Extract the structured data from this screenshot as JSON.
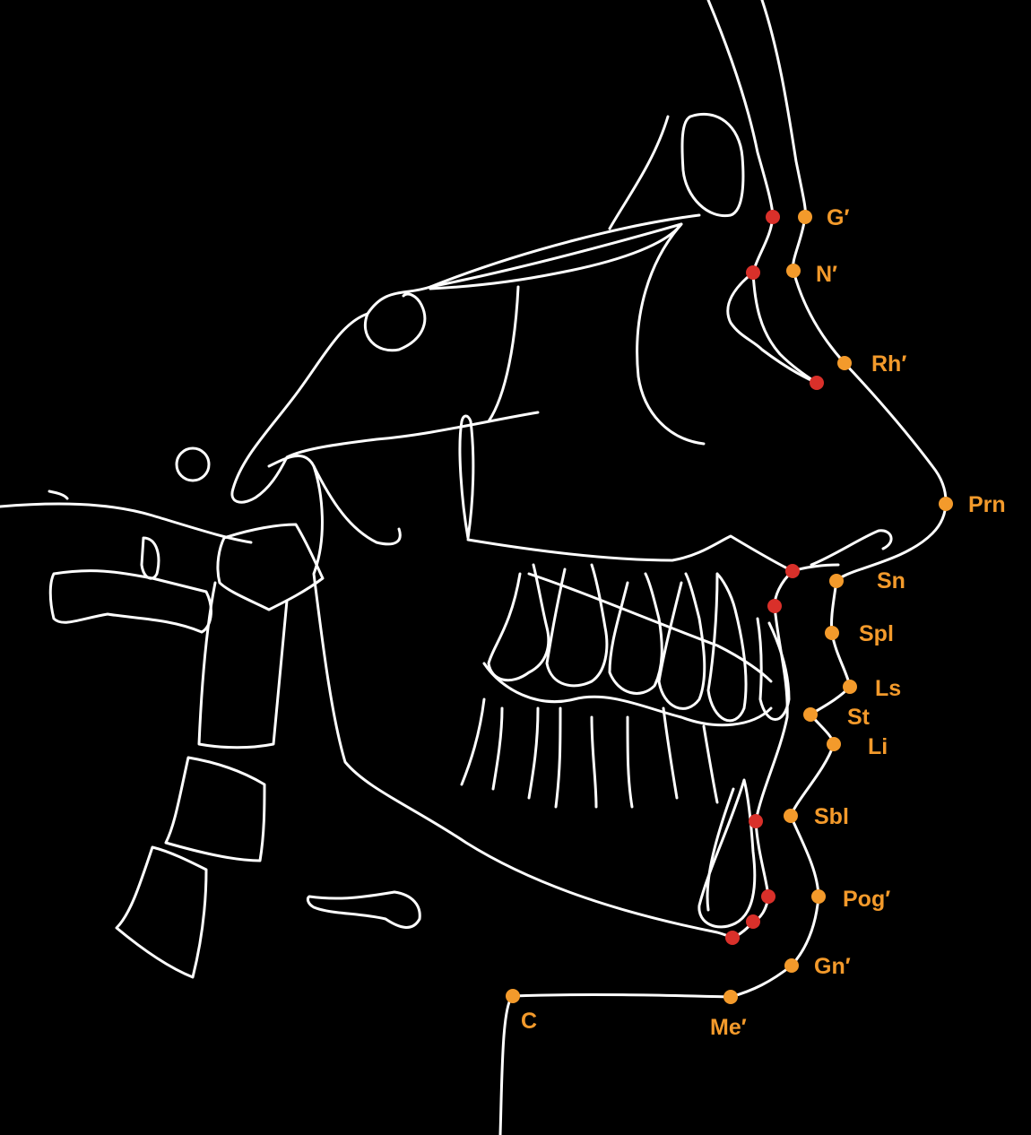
{
  "colors": {
    "background": "#000000",
    "tracing": "#ffffff",
    "soft_tissue_landmark": "#f39a2b",
    "hard_tissue_landmark": "#d9302a"
  },
  "landmarks": [
    {
      "id": "G",
      "label": "G′"
    },
    {
      "id": "N",
      "label": "N′"
    },
    {
      "id": "Rh",
      "label": "Rh′"
    },
    {
      "id": "Prn",
      "label": "Prn"
    },
    {
      "id": "Sn",
      "label": "Sn"
    },
    {
      "id": "Spl",
      "label": "Spl"
    },
    {
      "id": "Ls",
      "label": "Ls"
    },
    {
      "id": "St",
      "label": "St"
    },
    {
      "id": "Li",
      "label": "Li"
    },
    {
      "id": "Sbl",
      "label": "Sbl"
    },
    {
      "id": "Pog",
      "label": "Pog′"
    },
    {
      "id": "Gn",
      "label": "Gn′"
    },
    {
      "id": "Me",
      "label": "Me′"
    },
    {
      "id": "C",
      "label": "C"
    }
  ]
}
